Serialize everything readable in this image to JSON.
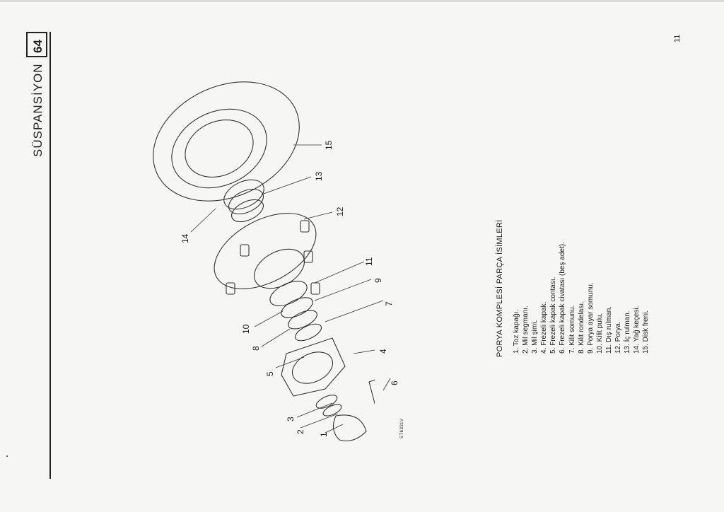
{
  "header": {
    "section_title": "SÜSPANSİYON",
    "chapter_number": "64",
    "page_number": "11"
  },
  "drawing": {
    "code": "ST6331V",
    "callouts": [
      "1",
      "2",
      "3",
      "4",
      "5",
      "6",
      "7",
      "8",
      "9",
      "10",
      "11",
      "12",
      "13",
      "14",
      "15"
    ]
  },
  "parts_list": {
    "title": "PORYA KOMPLESİ PARÇA İSİMLERİ",
    "items": [
      "1. Toz kapağı.",
      "2. Mil segmanı.",
      "3. Mil şimi.",
      "4. Frezeli kapak.",
      "5. Frezeli kapak contası.",
      "6. Frezeli kapak civatası (beş adet).",
      "7. Kilit somunu.",
      "8. Kilit rondelası.",
      "9. Porya ayar somunu.",
      "10. Kilit pulu.",
      "11. Dış rulman.",
      "12. Porya.",
      "13. İç rulman.",
      "14. Yağ keçesi.",
      "15. Disk freni."
    ]
  }
}
